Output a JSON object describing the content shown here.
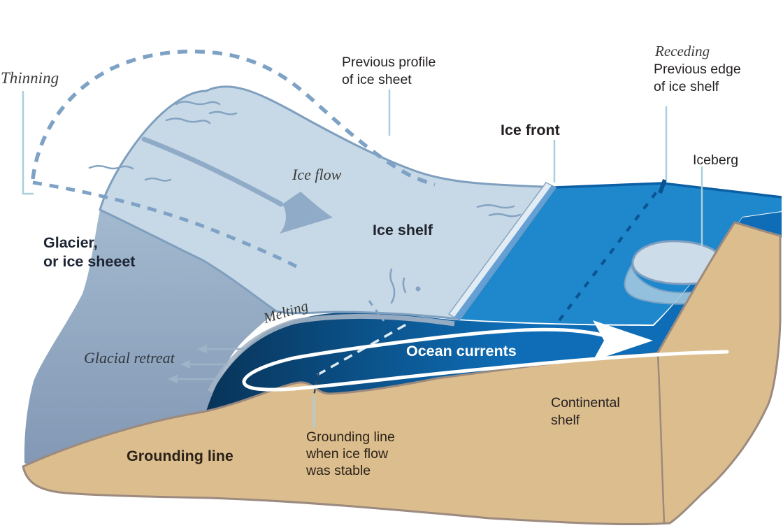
{
  "labels": {
    "thinning": "Thinning",
    "previous_profile": "Previous profile\nof ice sheet",
    "receding": "Receding",
    "previous_edge": "Previous edge\nof ice shelf",
    "ice_front": "Ice front",
    "iceberg": "Iceberg",
    "ice_flow": "Ice flow",
    "ice_shelf": "Ice shelf",
    "glacier": "Glacier,\nor ice sheeet",
    "melting": "Melting",
    "glacial_retreat": "Glacial retreat",
    "ocean_currents": "Ocean currents",
    "continental_shelf": "Continental\nshelf",
    "grounding_line": "Grounding line",
    "grounding_line_stable": "Grounding line\nwhen ice flow\nwas stable"
  },
  "colors": {
    "ice_surface": "#c7d9e6",
    "ice_outline": "#7f9fbf",
    "glacier_face_top": "#a3b9cf",
    "glacier_face_bottom": "#8298b4",
    "ocean_surface": "#1f87cb",
    "ocean_front": "#0e6db6",
    "cavity_dark": "#083459",
    "horizon_edge": "#0b5fa4",
    "seabed": "#dcbe8e",
    "seabed_outline": "#9c8a7e",
    "dashed_profile": "#7ea2c5",
    "navy_dash": "#0a5391",
    "current_white": "#ffffff",
    "leader": "#a9cfde",
    "iceberg_top": "#ccdce9",
    "iceberg_submerged": "#a8cbdf",
    "label_dark": "#231f20",
    "label_gray": "#3b3b3b",
    "retreat_arrow": "#9db3c6",
    "ice_front_band": "#e2ecf4",
    "ice_front_stripe": "#4f93cf",
    "underside_band": "#a4b4c5",
    "crevasse": "#84a3c2",
    "flow_arrow": "#8fabc8"
  }
}
